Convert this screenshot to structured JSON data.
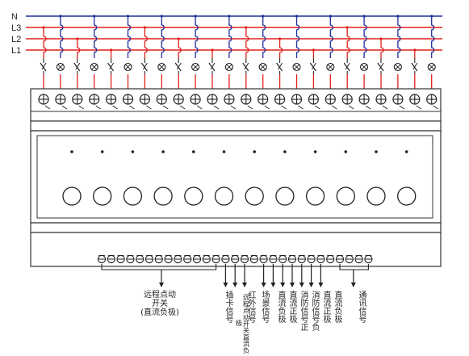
{
  "bus_lines": [
    "N",
    "L3",
    "L2",
    "L1"
  ],
  "remote_switch_label": [
    "远程点动",
    "开关",
    "(直流负极)"
  ],
  "terminal_labels": [
    "插卡信号",
    "远程点动开关直流负极",
    "红外信号",
    "场景信号",
    "直流负极",
    "直流正极",
    "消防信号正",
    "消防信号负",
    "直流正极",
    "直流负极"
  ],
  "comm_label": "通讯信号",
  "colors": {
    "line_N": "#1f2f9a",
    "line_L": "#e0201c",
    "outline": "#333333"
  },
  "icons": [
    "switch-icon",
    "lamp-icon",
    "screw-terminal-icon",
    "indicator-led",
    "push-button",
    "arrow-down-icon"
  ]
}
